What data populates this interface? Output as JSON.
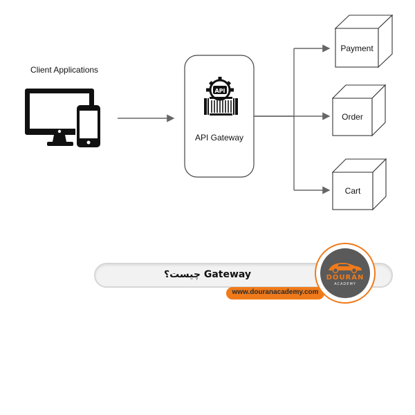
{
  "diagram": {
    "client_label": "Client Applications",
    "gateway_badge": "API",
    "gateway_label": "API Gateway",
    "services": [
      {
        "label": "Payment"
      },
      {
        "label": "Order"
      },
      {
        "label": "Cart"
      }
    ]
  },
  "banner": {
    "title": "Gateway چیست؟",
    "url": "www.douranacademy.com",
    "logo_word": "DOURAN",
    "logo_sub": "ACADEMY"
  },
  "colors": {
    "accent": "#f07a1a",
    "line": "#666666",
    "box_stroke": "#444444",
    "logo_gray": "#5a5a5a"
  },
  "icons": [
    "desktop-monitor-icon",
    "smartphone-icon",
    "api-gateway-icon",
    "douran-logo-icon"
  ]
}
